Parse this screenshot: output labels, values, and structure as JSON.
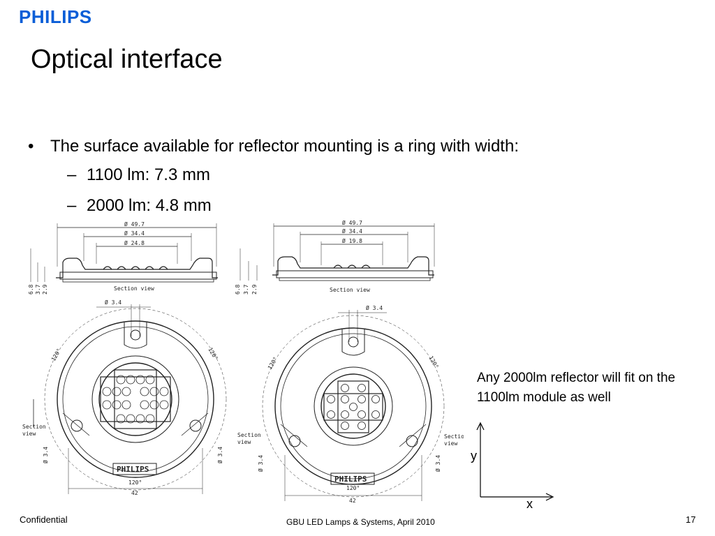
{
  "header": {
    "logo_text": "PHILIPS",
    "title": "Optical interface"
  },
  "bullets": {
    "main": "The surface available for reflector mounting is a ring with width:",
    "subs": [
      "1100 lm: 7.3 mm",
      "2000 lm: 4.8 mm"
    ]
  },
  "drawings": {
    "left": {
      "dims": [
        "Ø 49.7",
        "Ø 34.4",
        "Ø 24.8"
      ],
      "heights": [
        "6.8",
        "3.7",
        "2.9"
      ],
      "section_label": "Section view",
      "hole": "Ø 3.4",
      "angles": [
        "120°",
        "120°",
        "120°"
      ],
      "width": "42",
      "section_view_label": "Section\nview",
      "logo": "PHILIPS"
    },
    "right": {
      "dims": [
        "Ø 49.7",
        "Ø 34.4",
        "Ø 19.8"
      ],
      "heights": [
        "6.8",
        "3.7",
        "2.9"
      ],
      "section_label": "Section view",
      "hole": "Ø 3.4",
      "angles": [
        "120°",
        "120°",
        "120°"
      ],
      "width": "42",
      "section_view_label": "Section\nview",
      "logo": "PHILIPS"
    }
  },
  "note": "Any 2000lm reflector will fit on the 1100lm module as well",
  "axes": {
    "y": "y",
    "x": "x"
  },
  "footer": {
    "left": "Confidential",
    "center": "GBU LED Lamps & Systems, April 2010",
    "page": "17"
  },
  "colors": {
    "logo": "#0b5ed7",
    "text": "#000000",
    "drawing": "#222222"
  }
}
